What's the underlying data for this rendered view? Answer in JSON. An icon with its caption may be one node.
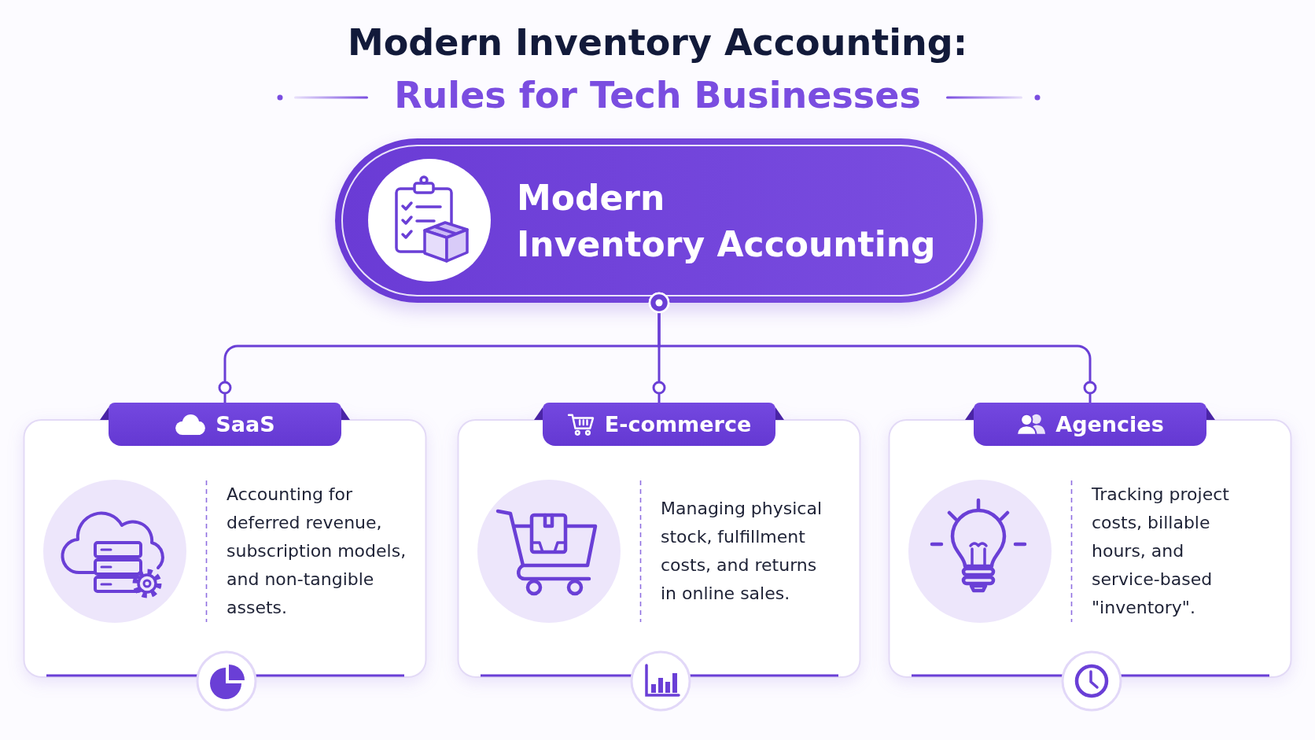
{
  "diagram": {
    "title": "Modern Inventory Accounting:",
    "nodes": [
      {
        "text": [
          "Modern Inventory Accounting"
        ]
      },
      {
        "text": [
          "SaaS",
          "Accounting for deferred revenue, subscription models, and non-tangible assets."
        ]
      },
      {
        "text": [
          "E-commerce",
          "Managing physical stock, fulfillment costs, and returns in online sales."
        ]
      },
      {
        "text": [
          "Agencies",
          "Tracking project costs, billable hours, and service-based \"inventory\"."
        ]
      }
    ],
    "edges": [
      {
        "from": 0,
        "to": 1,
        "arrow": "other"
      },
      {
        "from": 0,
        "to": 2,
        "arrow": "other"
      },
      {
        "from": 0,
        "to": 3,
        "arrow": "other"
      }
    ],
    "labels": [
      "Rules for Tech Businesses"
    ]
  }
}
